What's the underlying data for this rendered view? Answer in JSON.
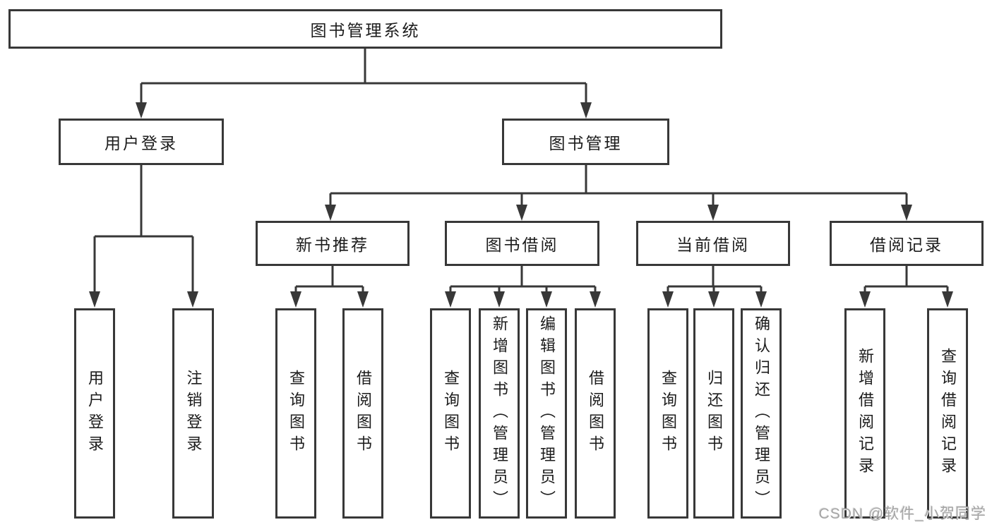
{
  "colors": {
    "line": "#383838",
    "text": "#1c1c1c",
    "watermark": "#a5a5a5",
    "background": "#ffffff"
  },
  "watermark": "CSDN @软件_小贺同学",
  "tree": {
    "root": {
      "label": "图书管理系统"
    },
    "level2": [
      {
        "label": "用户登录"
      },
      {
        "label": "图书管理"
      }
    ],
    "level3": [
      {
        "label": "新书推荐"
      },
      {
        "label": "图书借阅"
      },
      {
        "label": "当前借阅"
      },
      {
        "label": "借阅记录"
      }
    ],
    "leaves": {
      "user_login": [
        "用户登录",
        "注销登录"
      ],
      "new_book_recommendation": [
        "查询图书",
        "借阅图书"
      ],
      "book_borrowing": [
        "查询图书",
        "新增图书（管理员）",
        "编辑图书（管理员）",
        "借阅图书"
      ],
      "current_borrowing": [
        "查询图书",
        "归还图书",
        "确认归还（管理员）"
      ],
      "borrowing_records": [
        "新增借阅记录",
        "查询借阅记录"
      ]
    }
  }
}
